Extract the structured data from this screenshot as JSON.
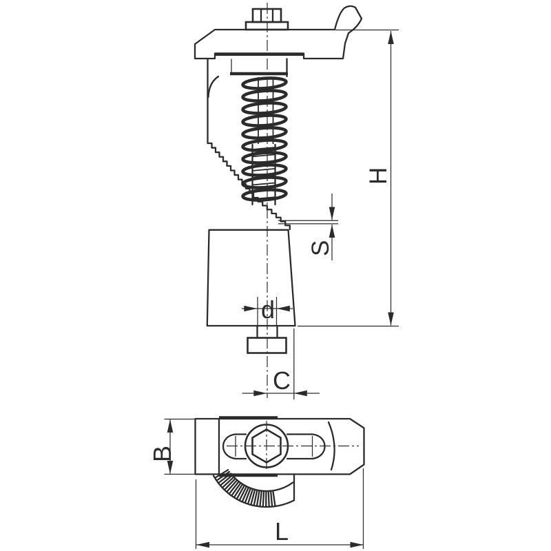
{
  "drawing": {
    "background": "#ffffff",
    "line_color": "#2b2b2b",
    "labels": {
      "overall_height": "H",
      "step_stroke": "S",
      "stud_diameter": "d",
      "center_to_edge": "C",
      "body_width": "B",
      "overall_length": "L"
    }
  }
}
